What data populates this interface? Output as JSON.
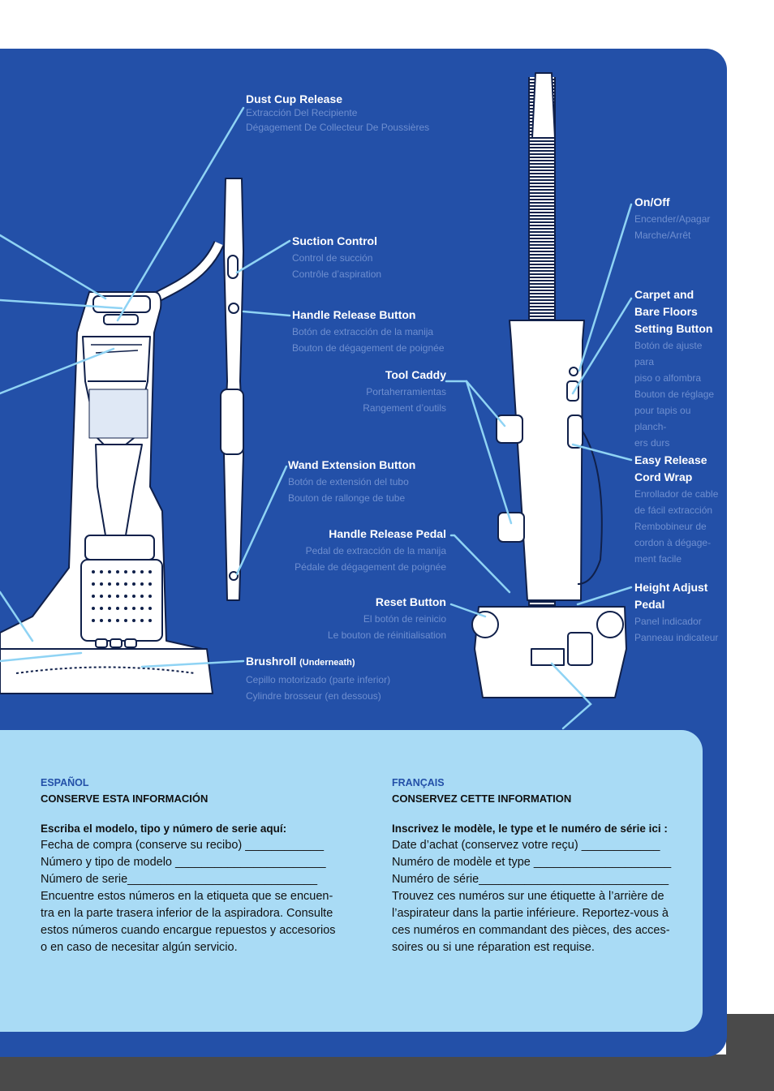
{
  "labels": {
    "dust_cup": {
      "title": "Dust Cup Release",
      "es": "Extracción Del Recipiente",
      "fr": "Dégagement De Collecteur De Poussières"
    },
    "suction": {
      "title": "Suction Control",
      "es": "Control de succión",
      "fr": "Contrôle d’aspiration"
    },
    "handle_release_button": {
      "title": "Handle Release Button",
      "es": "Botón de extracción de la manija",
      "fr": "Bouton de dégagement de poignée"
    },
    "wand_extension": {
      "title": "Wand Extension Button",
      "es": "Botón de extensión del tubo",
      "fr": "Bouton de rallonge de tube"
    },
    "brushroll": {
      "title": "Brushroll",
      "title_note": "(Underneath)",
      "es": "Cepillo motorizado (parte inferior)",
      "fr": "Cylindre brosseur (en dessous)"
    },
    "tool_caddy": {
      "title": "Tool Caddy",
      "es": "Portaherramientas",
      "fr": "Rangement d’outils"
    },
    "handle_release_pedal": {
      "title": "Handle Release Pedal",
      "es": "Pedal de extracción de la manija",
      "fr": "Pédale de dégagement de poignée"
    },
    "reset": {
      "title": "Reset Button",
      "es": "El botón de reinicio",
      "fr": "Le bouton de réinitialisation"
    },
    "on_off": {
      "title": "On/Off",
      "es": "Encender/Apagar",
      "fr": "Marche/Arrêt"
    },
    "carpet": {
      "title_lines": [
        "Carpet and",
        "Bare Floors",
        "Setting Button"
      ],
      "es_lines": [
        "Botón de ajuste para",
        "piso o alfombra"
      ],
      "fr_lines": [
        "Bouton de réglage",
        "pour tapis ou planch-",
        "ers durs"
      ]
    },
    "cord_wrap": {
      "title_lines": [
        "Easy Release",
        "Cord Wrap"
      ],
      "es_lines": [
        "Enrollador de cable",
        "de fácil extracción"
      ],
      "fr_lines": [
        "Rembobineur de",
        "cordon à dégage-",
        "ment facile"
      ]
    },
    "height_adjust": {
      "title_lines": [
        "Height Adjust",
        "Pedal"
      ],
      "es": "Panel indicador",
      "fr": "Panneau indicateur"
    }
  },
  "espanol": {
    "lang": "ESPAÑOL",
    "heading": "CONSERVE ESTA INFORMACIÓN",
    "instruction": "Escriba el modelo, tipo y número de serie aquí:",
    "lines": [
      "Fecha de compra (conserve su recibo) ____________",
      "Número y tipo de modelo _______________________",
      "Número de serie_____________________________"
    ],
    "paragraph_lines": [
      "Encuentre estos números en la etiqueta que se encuen-",
      "tra en la parte trasera inferior de la aspiradora. Consulte",
      "estos números cuando encargue repuestos y accesorios",
      "o en caso de necesitar algún servicio."
    ]
  },
  "francais": {
    "lang": "FRANÇAIS",
    "heading": "CONSERVEZ CETTE INFORMATION",
    "instruction": "Inscrivez le modèle, le type et le numéro de série ici :",
    "lines": [
      "Date d’achat (conservez votre reçu)  ____________",
      "Numéro de modèle et type  _____________________",
      "Numéro de série_____________________________"
    ],
    "paragraph_lines": [
      "Trouvez ces numéros sur une étiquette à l’arrière de",
      "l’aspirateur dans la partie inférieure. Reportez-vous à",
      "ces numéros en commandant des pièces, des acces-",
      "soires ou si une réparation est requise."
    ]
  },
  "colors": {
    "panel_blue": "#2350a8",
    "light_blue": "#a9dbf5",
    "leader_line": "#8fd3f4",
    "dark_gray": "#4a4a4a"
  }
}
